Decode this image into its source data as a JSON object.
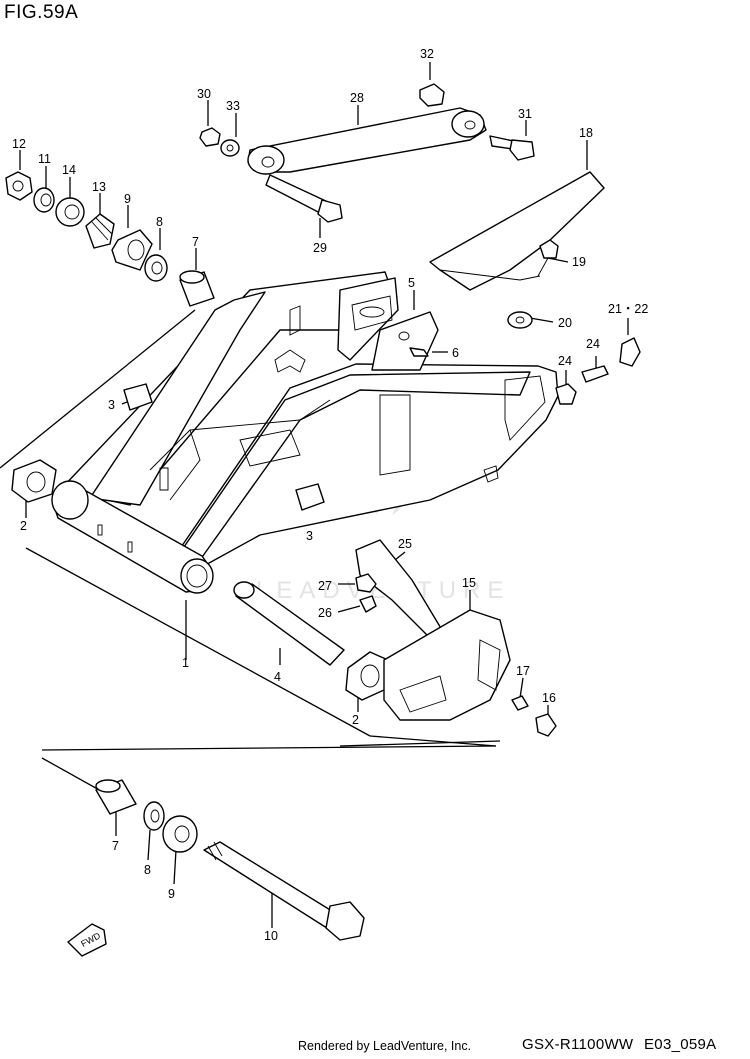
{
  "figure": {
    "title": "FIG.59A"
  },
  "watermark": {
    "text": "LEADVENTURE"
  },
  "footer": {
    "rendered_by": "Rendered by LeadVenture, Inc.",
    "model": "GSX-R1100WW",
    "code": "E03_059A"
  },
  "fwd_label": "FWD",
  "callouts": {
    "c1": "1",
    "c2a": "2",
    "c2b": "2",
    "c3a": "3",
    "c3b": "3",
    "c4": "4",
    "c5": "5",
    "c6": "6",
    "c7a": "7",
    "c7b": "7",
    "c8a": "8",
    "c8b": "8",
    "c9a": "9",
    "c9b": "9",
    "c10": "10",
    "c11": "11",
    "c12": "12",
    "c13": "13",
    "c14": "14",
    "c15": "15",
    "c16": "16",
    "c17": "17",
    "c18": "18",
    "c19": "19",
    "c20": "20",
    "c21_22": "21・22",
    "c24a": "24",
    "c24b": "24",
    "c25": "25",
    "c26": "26",
    "c27": "27",
    "c28": "28",
    "c29": "29",
    "c30": "30",
    "c31": "31",
    "c32": "32",
    "c33": "33"
  }
}
